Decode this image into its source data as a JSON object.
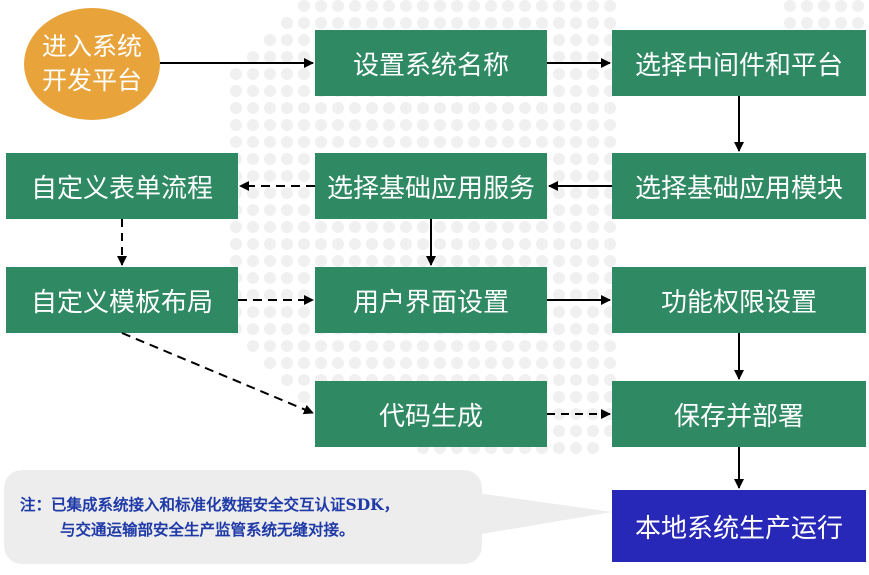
{
  "diagram": {
    "start": {
      "line1": "进入系统",
      "line2": "开发平台"
    },
    "steps": {
      "set_system_name": "设置系统名称",
      "choose_middleware_platform": "选择中间件和平台",
      "choose_base_module": "选择基础应用模块",
      "choose_base_service": "选择基础应用服务",
      "custom_form_flow": "自定义表单流程",
      "custom_template_layout": "自定义模板布局",
      "ui_settings": "用户界面设置",
      "permission_settings": "功能权限设置",
      "code_generation": "代码生成",
      "save_deploy": "保存并部署",
      "local_production": "本地系统生产运行"
    },
    "note": {
      "line1": "注：已集成系统接入和标准化数据安全交互认证SDK，",
      "line2": "与交通运输部安全生产监管系统无缝对接。"
    }
  },
  "colors": {
    "green": "#2f8a64",
    "blue": "#2727b8",
    "orange": "#e8a33a",
    "note_bg": "#ededed",
    "note_text": "#1f3aa8"
  }
}
